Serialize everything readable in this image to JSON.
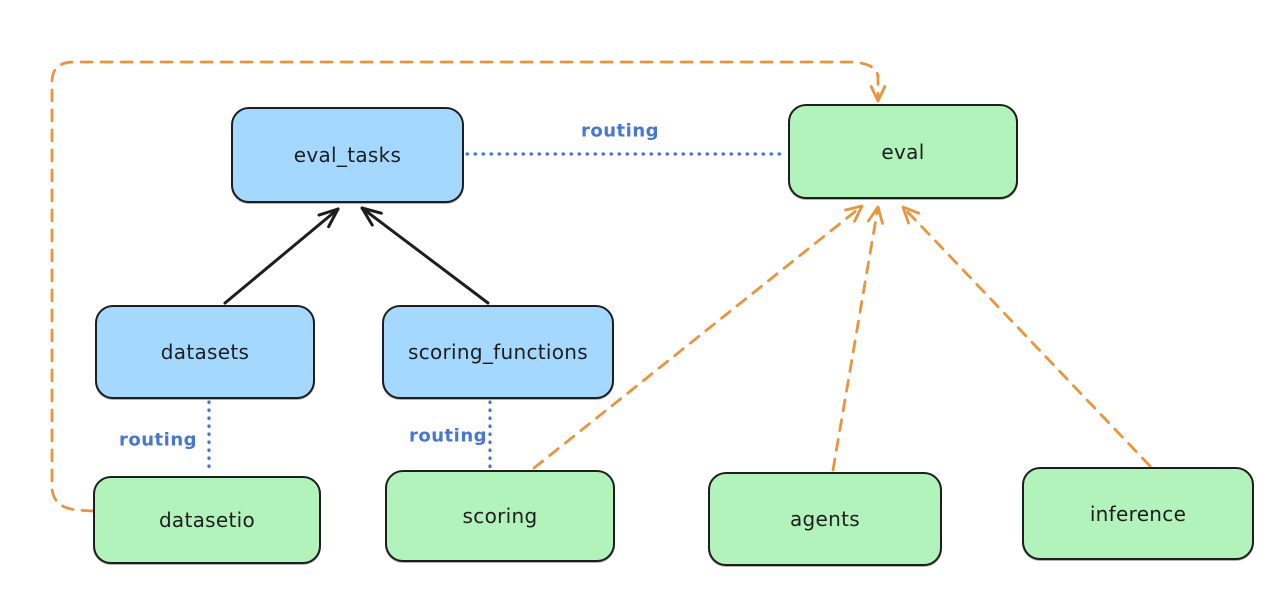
{
  "colors": {
    "node-blue-fill": "#a5d8ff",
    "node-green-fill": "#b2f2bb",
    "node-stroke": "#1e1e1e",
    "edge-blue": "#4876d6",
    "edge-orange": "#e8953f",
    "background": "#ffffff"
  },
  "diagram": {
    "type": "flow-diagram",
    "nodes": [
      {
        "id": "eval_tasks",
        "label": "eval_tasks",
        "color": "blue"
      },
      {
        "id": "eval",
        "label": "eval",
        "color": "green"
      },
      {
        "id": "datasets",
        "label": "datasets",
        "color": "blue"
      },
      {
        "id": "scoring_functions",
        "label": "scoring_functions",
        "color": "blue"
      },
      {
        "id": "datasetio",
        "label": "datasetio",
        "color": "green"
      },
      {
        "id": "scoring",
        "label": "scoring",
        "color": "green"
      },
      {
        "id": "agents",
        "label": "agents",
        "color": "green"
      },
      {
        "id": "inference",
        "label": "inference",
        "color": "green"
      }
    ],
    "edges": [
      {
        "from": "datasets",
        "to": "eval_tasks",
        "style": "solid",
        "color": "black",
        "arrow": true
      },
      {
        "from": "scoring_functions",
        "to": "eval_tasks",
        "style": "solid",
        "color": "black",
        "arrow": true
      },
      {
        "from": "eval_tasks",
        "to": "eval",
        "style": "dotted",
        "color": "blue",
        "arrow": false,
        "label": "routing"
      },
      {
        "from": "datasets",
        "to": "datasetio",
        "style": "dotted",
        "color": "blue",
        "arrow": false,
        "label": "routing"
      },
      {
        "from": "scoring_functions",
        "to": "scoring",
        "style": "dotted",
        "color": "blue",
        "arrow": false,
        "label": "routing"
      },
      {
        "from": "datasetio",
        "to": "eval",
        "style": "dashed",
        "color": "orange",
        "arrow": true
      },
      {
        "from": "scoring",
        "to": "eval",
        "style": "dashed",
        "color": "orange",
        "arrow": true
      },
      {
        "from": "agents",
        "to": "eval",
        "style": "dashed",
        "color": "orange",
        "arrow": true
      },
      {
        "from": "inference",
        "to": "eval",
        "style": "dashed",
        "color": "orange",
        "arrow": true
      }
    ],
    "routing_labels": [
      {
        "text": "routing"
      },
      {
        "text": "routing"
      },
      {
        "text": "routing"
      }
    ]
  }
}
